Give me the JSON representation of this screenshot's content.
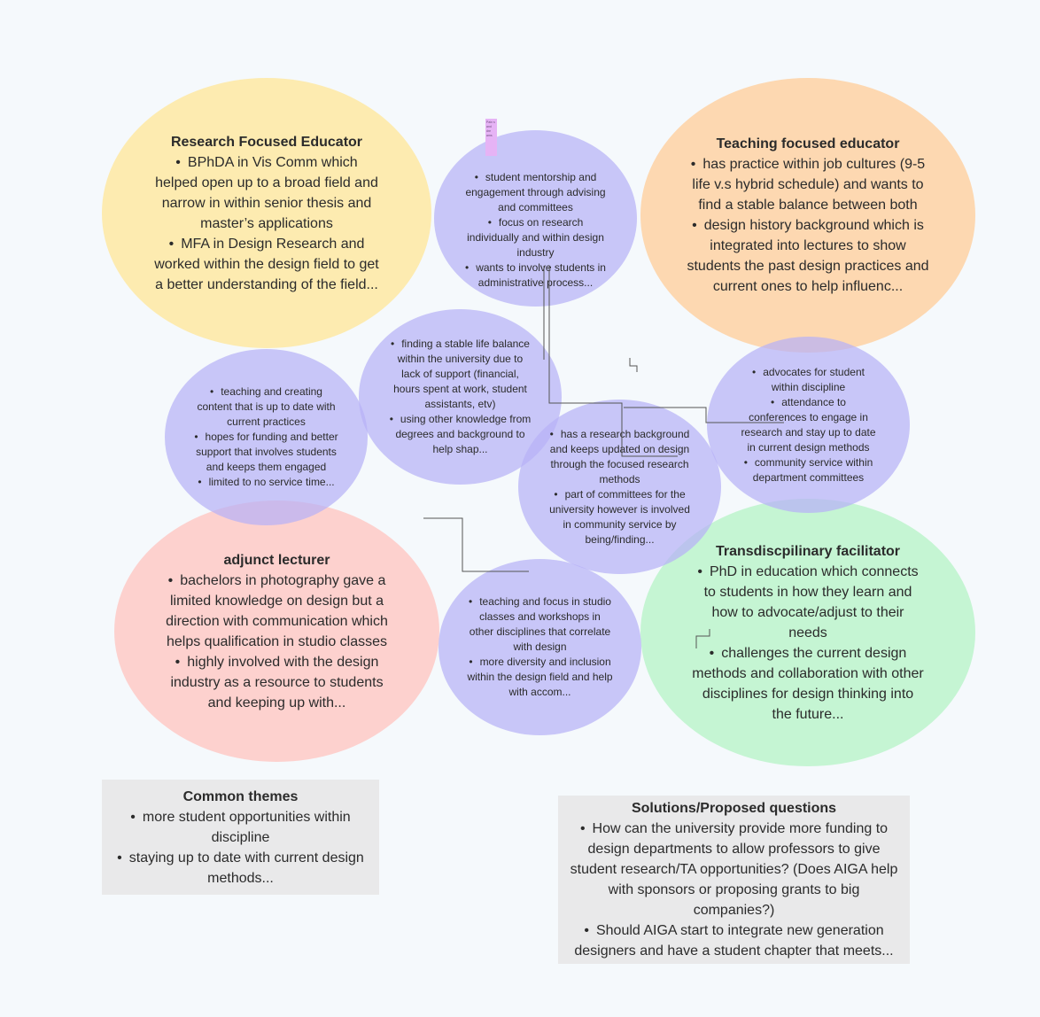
{
  "personas": {
    "research": {
      "title": "Research Focused Educator",
      "items": [
        "BPhDA in Vis Comm which helped open up to a broad field and narrow in within senior thesis and master’s applications",
        "MFA in Design Research and worked within the design field to get a better understanding of the field..."
      ]
    },
    "teaching": {
      "title": "Teaching focused educator",
      "items": [
        "has practice within job cultures (9-5 life v.s hybrid schedule) and wants to find a stable balance between both",
        "design history background which is integrated into lectures to show students the past design practices and current ones to help influenc..."
      ]
    },
    "adjunct": {
      "title": "adjunct lecturer",
      "items": [
        "bachelors in photography gave a limited knowledge on design but a direction with communication which helps qualification in studio classes",
        "highly involved with the design industry as a resource to students and keeping up with..."
      ]
    },
    "transdisciplinary": {
      "title": "Transdiscpilinary facilitator",
      "items": [
        "PhD in education which connects to students in how they learn and how to advocate/adjust to their needs",
        "challenges the current design methods and collaboration with other disciplines for design thinking into the future..."
      ]
    }
  },
  "bubbles": {
    "top": {
      "items": [
        "student mentorship and engagement through advising and committees",
        "focus on research individually and within design industry",
        "wants to involve students in administrative process..."
      ]
    },
    "left": {
      "items": [
        "teaching and creating content that is up to date with  current practices",
        "hopes for funding and better support that involves students and keeps them engaged",
        "limited to no service time..."
      ]
    },
    "center": {
      "items": [
        "finding a stable life balance within the university due to lack of support (financial, hours spent at work, student assistants, etv)",
        "using other knowledge from degrees and background to help shap..."
      ]
    },
    "right": {
      "items": [
        "advocates for student within discipline",
        "attendance to conferences to engage in research and stay up to date in current design methods",
        "community service within department committees"
      ]
    },
    "middle": {
      "items": [
        "has a research background and keeps updated on design through the focused research methods",
        "part of committees for the university however is involved in community service by being/finding..."
      ]
    },
    "bottom": {
      "items": [
        "teaching and focus in studio classes and workshops in other disciplines that correlate with design",
        "more diversity and inclusion within the design field and help with accom..."
      ]
    }
  },
  "sticky_note": {
    "text": "Pain s and dre ams"
  },
  "common_themes": {
    "title": "Common themes",
    "items": [
      "more student opportunities within discipline",
      "staying up to date with current design methods..."
    ]
  },
  "solutions": {
    "title": "Solutions/Proposed questions",
    "items": [
      "How can the university provide more funding to design departments to allow professors to give student research/TA opportunities? (Does AIGA help with sponsors or proposing grants to big companies?)",
      "Should AIGA start to integrate new generation designers and have a student chapter that meets..."
    ]
  },
  "colors": {
    "background": "#f5f9fc",
    "yellow": "#fdebb0",
    "orange": "#fdd8b1",
    "pink": "#fdd1ce",
    "green": "#c5f5d3",
    "purple": "#b7b2f6",
    "box": "#e9e9ea",
    "sticky": "#e6b3f5"
  }
}
